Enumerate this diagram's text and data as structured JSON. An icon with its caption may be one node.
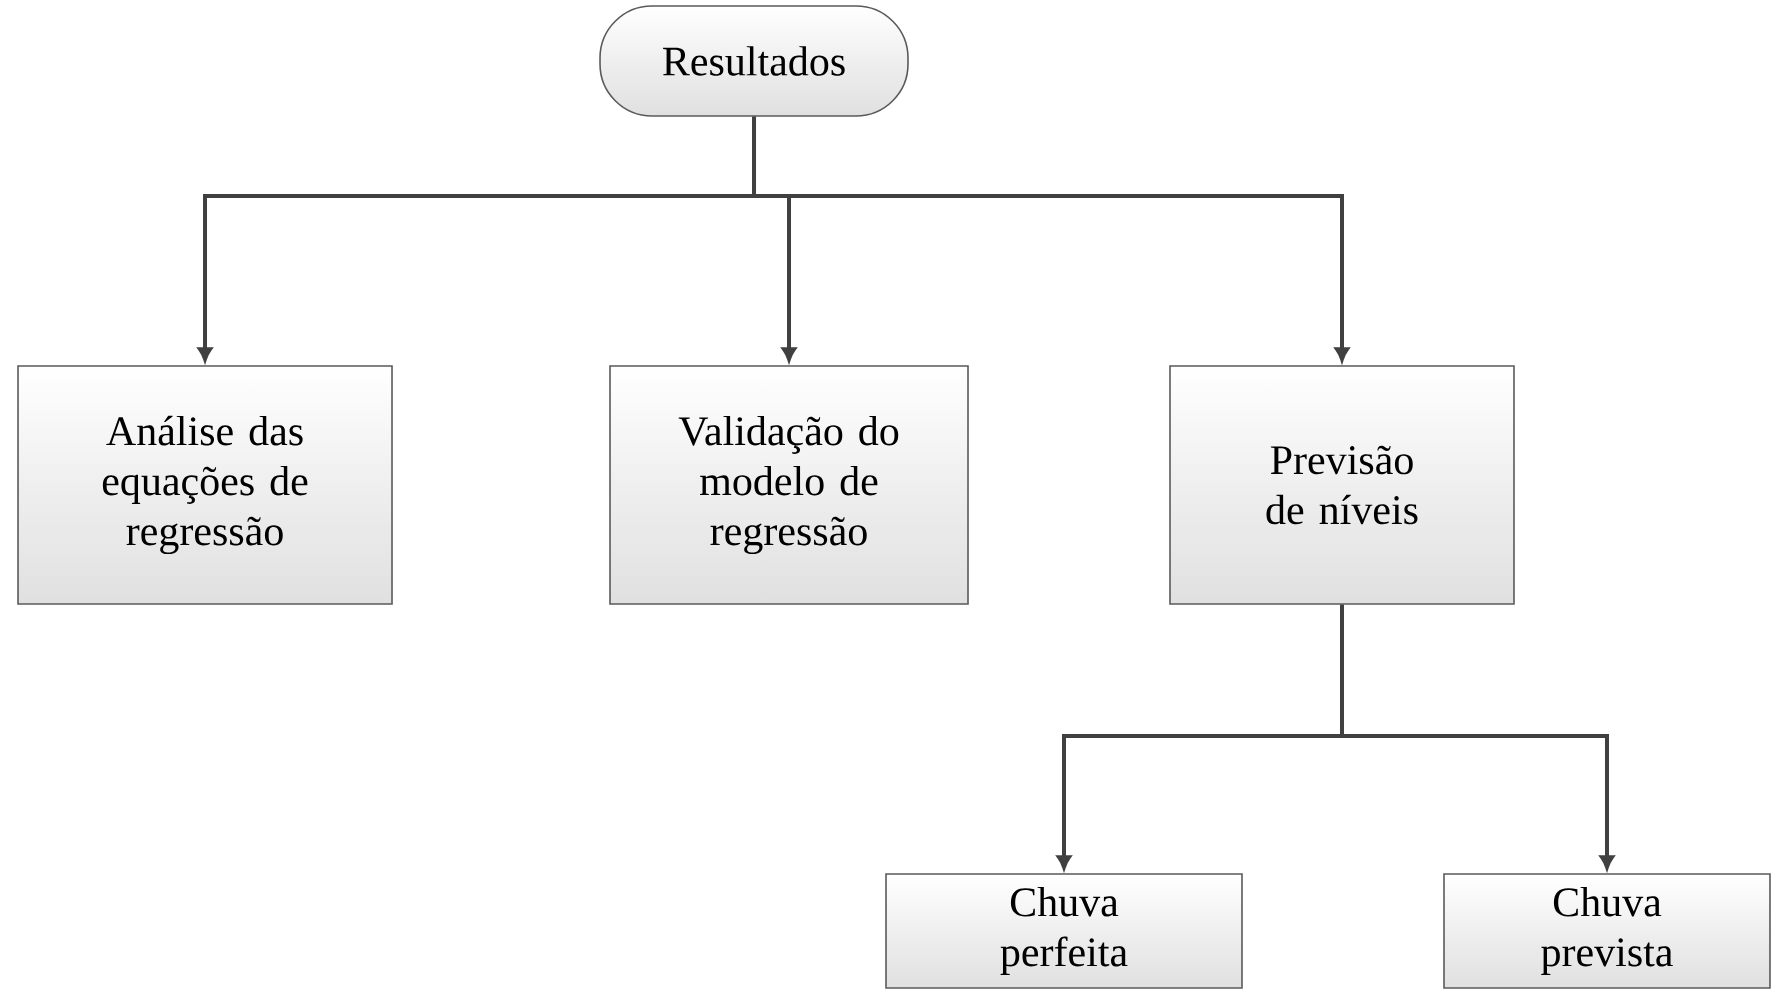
{
  "diagram": {
    "nodes": [
      {
        "text": [
          "Resultados"
        ]
      },
      {
        "text": [
          "Análise das equações de regressão"
        ]
      },
      {
        "text": [
          "Validação do modelo de regressão"
        ]
      },
      {
        "text": [
          "Previsão de níveis"
        ]
      },
      {
        "text": [
          "Chuva perfeita"
        ]
      },
      {
        "text": [
          "Chuva prevista"
        ]
      }
    ],
    "edges": [
      {
        "from": 0,
        "to": 1,
        "arrow": "to"
      },
      {
        "from": 0,
        "to": 2,
        "arrow": "to"
      },
      {
        "from": 0,
        "to": 3,
        "arrow": "to"
      },
      {
        "from": 3,
        "to": 4,
        "arrow": "to"
      },
      {
        "from": 3,
        "to": 5,
        "arrow": "to"
      }
    ]
  }
}
